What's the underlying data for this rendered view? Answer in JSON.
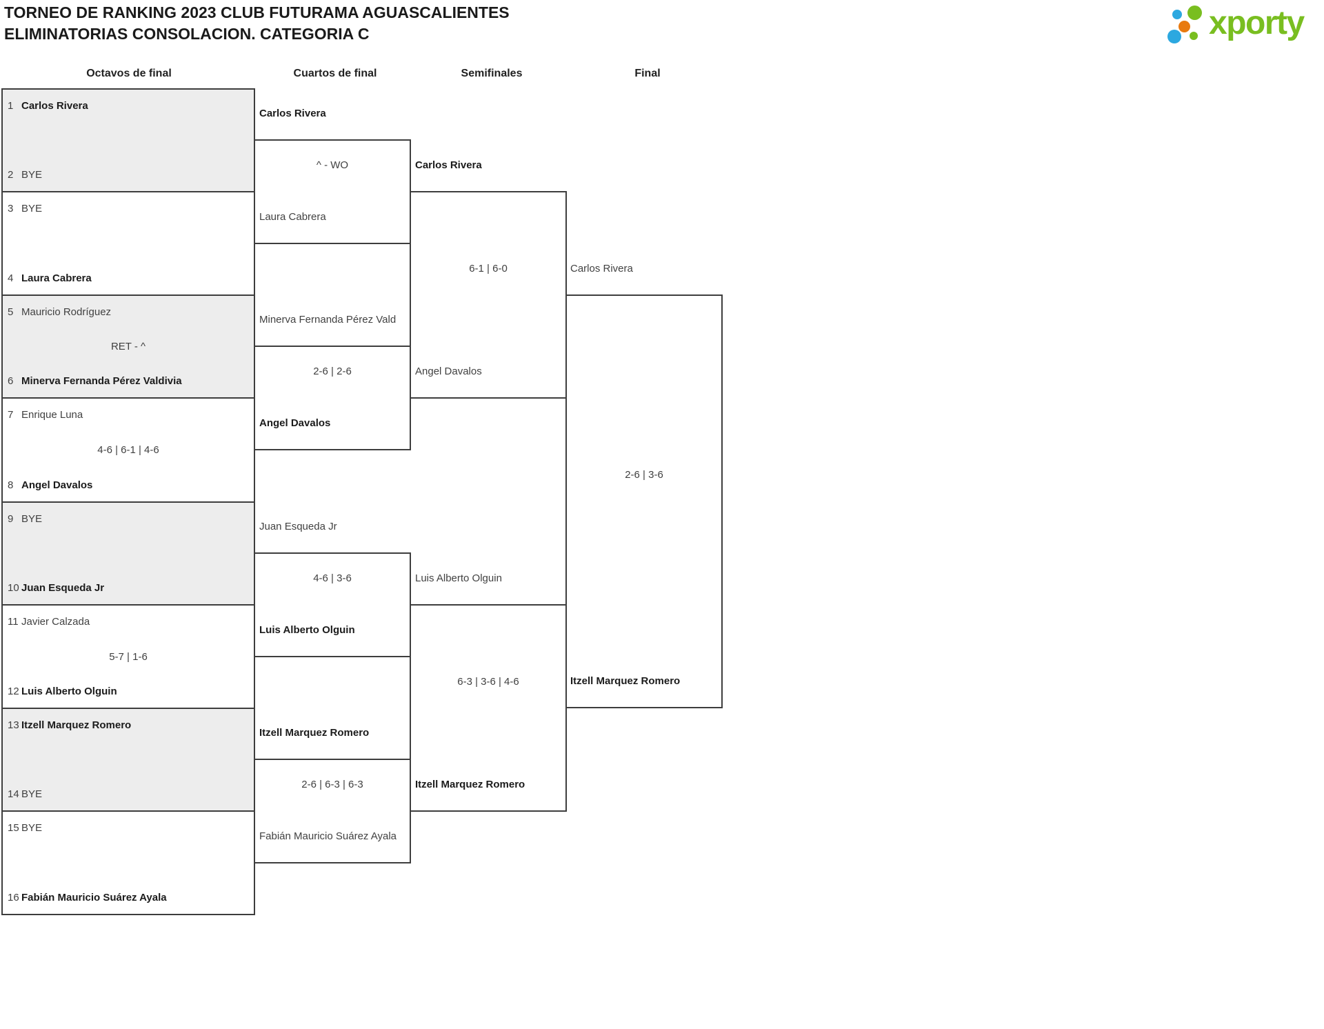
{
  "header": {
    "title_line1": "TORNEO DE RANKING 2023 CLUB FUTURAMA AGUASCALIENTES",
    "title_line2": "ELIMINATORIAS CONSOLACION. CATEGORIA C"
  },
  "logo": {
    "text": "xporty",
    "colors": {
      "green": "#79be20",
      "blue": "#2ca8e0",
      "orange": "#e87a0f"
    }
  },
  "round_headers": {
    "octavos": "Octavos de final",
    "cuartos": "Cuartos de final",
    "semifinales": "Semifinales",
    "final": "Final"
  },
  "bracket": {
    "octavos": [
      {
        "seed1": "1",
        "p1": "Carlos Rivera",
        "seed2": "2",
        "p2": "BYE",
        "score": ""
      },
      {
        "seed1": "3",
        "p1": "BYE",
        "seed2": "4",
        "p2": "Laura Cabrera",
        "score": ""
      },
      {
        "seed1": "5",
        "p1": "Mauricio Rodríguez",
        "seed2": "6",
        "p2": "Minerva Fernanda Pérez Valdivia",
        "score": "RET - ^"
      },
      {
        "seed1": "7",
        "p1": "Enrique Luna",
        "seed2": "8",
        "p2": "Angel Davalos",
        "score": "4-6 | 6-1 | 4-6"
      },
      {
        "seed1": "9",
        "p1": "BYE",
        "seed2": "10",
        "p2": "Juan Esqueda Jr",
        "score": ""
      },
      {
        "seed1": "11",
        "p1": "Javier Calzada",
        "seed2": "12",
        "p2": "Luis Alberto Olguin",
        "score": "5-7 | 1-6"
      },
      {
        "seed1": "13",
        "p1": "Itzell Marquez Romero",
        "seed2": "14",
        "p2": "BYE",
        "score": ""
      },
      {
        "seed1": "15",
        "p1": "BYE",
        "seed2": "16",
        "p2": "Fabián Mauricio Suárez Ayala",
        "score": ""
      }
    ],
    "cuartos": [
      {
        "p1": "Carlos Rivera",
        "p2": "Laura Cabrera",
        "score": "^ - WO"
      },
      {
        "p1": "Minerva Fernanda Pérez Vald",
        "p2": "Angel Davalos",
        "score": "2-6 | 2-6"
      },
      {
        "p1": "Juan Esqueda Jr",
        "p2": "Luis Alberto Olguin",
        "score": "4-6 | 3-6"
      },
      {
        "p1": "Itzell Marquez Romero",
        "p2": "Fabián Mauricio Suárez Ayala",
        "score": "2-6 | 6-3 | 6-3"
      }
    ],
    "semifinales": [
      {
        "p1": "Carlos Rivera",
        "p2": "Angel Davalos",
        "score": "6-1 | 6-0"
      },
      {
        "p1": "Luis Alberto Olguin",
        "p2": "Itzell Marquez Romero",
        "score": "6-3 | 3-6 | 4-6"
      }
    ],
    "final": [
      {
        "p1": "Carlos Rivera",
        "p2": "Itzell Marquez Romero",
        "score": "2-6 | 3-6"
      }
    ]
  }
}
